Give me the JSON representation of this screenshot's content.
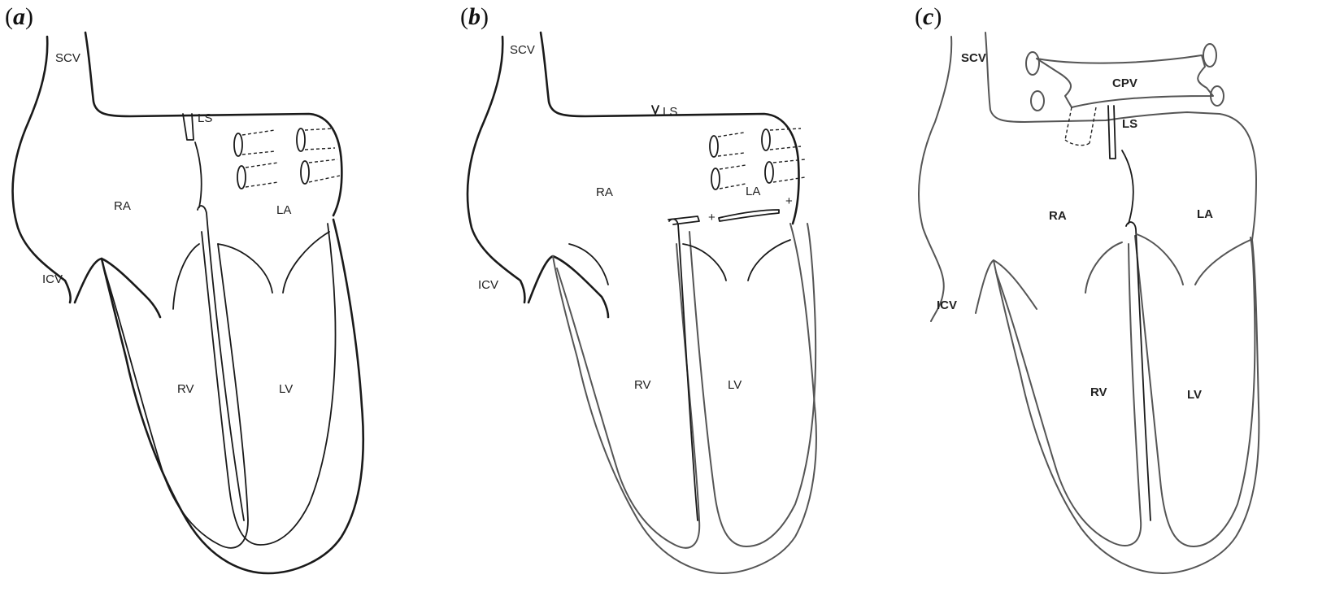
{
  "panels": [
    {
      "label": "a",
      "structures": {
        "scv": "SCV",
        "ls": "LS",
        "ra": "RA",
        "la": "LA",
        "icv": "ICV",
        "rv": "RV",
        "lv": "LV"
      }
    },
    {
      "label": "b",
      "structures": {
        "scv": "SCV",
        "ls": "LS",
        "ra": "RA",
        "la": "LA",
        "icv": "ICV",
        "rv": "RV",
        "lv": "LV"
      },
      "marks": {
        "plus_left": "+",
        "plus_right": "+"
      }
    },
    {
      "label": "c",
      "structures": {
        "scv": "SCV",
        "cpv": "CPV",
        "ls": "LS",
        "ra": "RA",
        "la": "LA",
        "icv": "ICV",
        "rv": "RV",
        "lv": "LV"
      }
    }
  ]
}
